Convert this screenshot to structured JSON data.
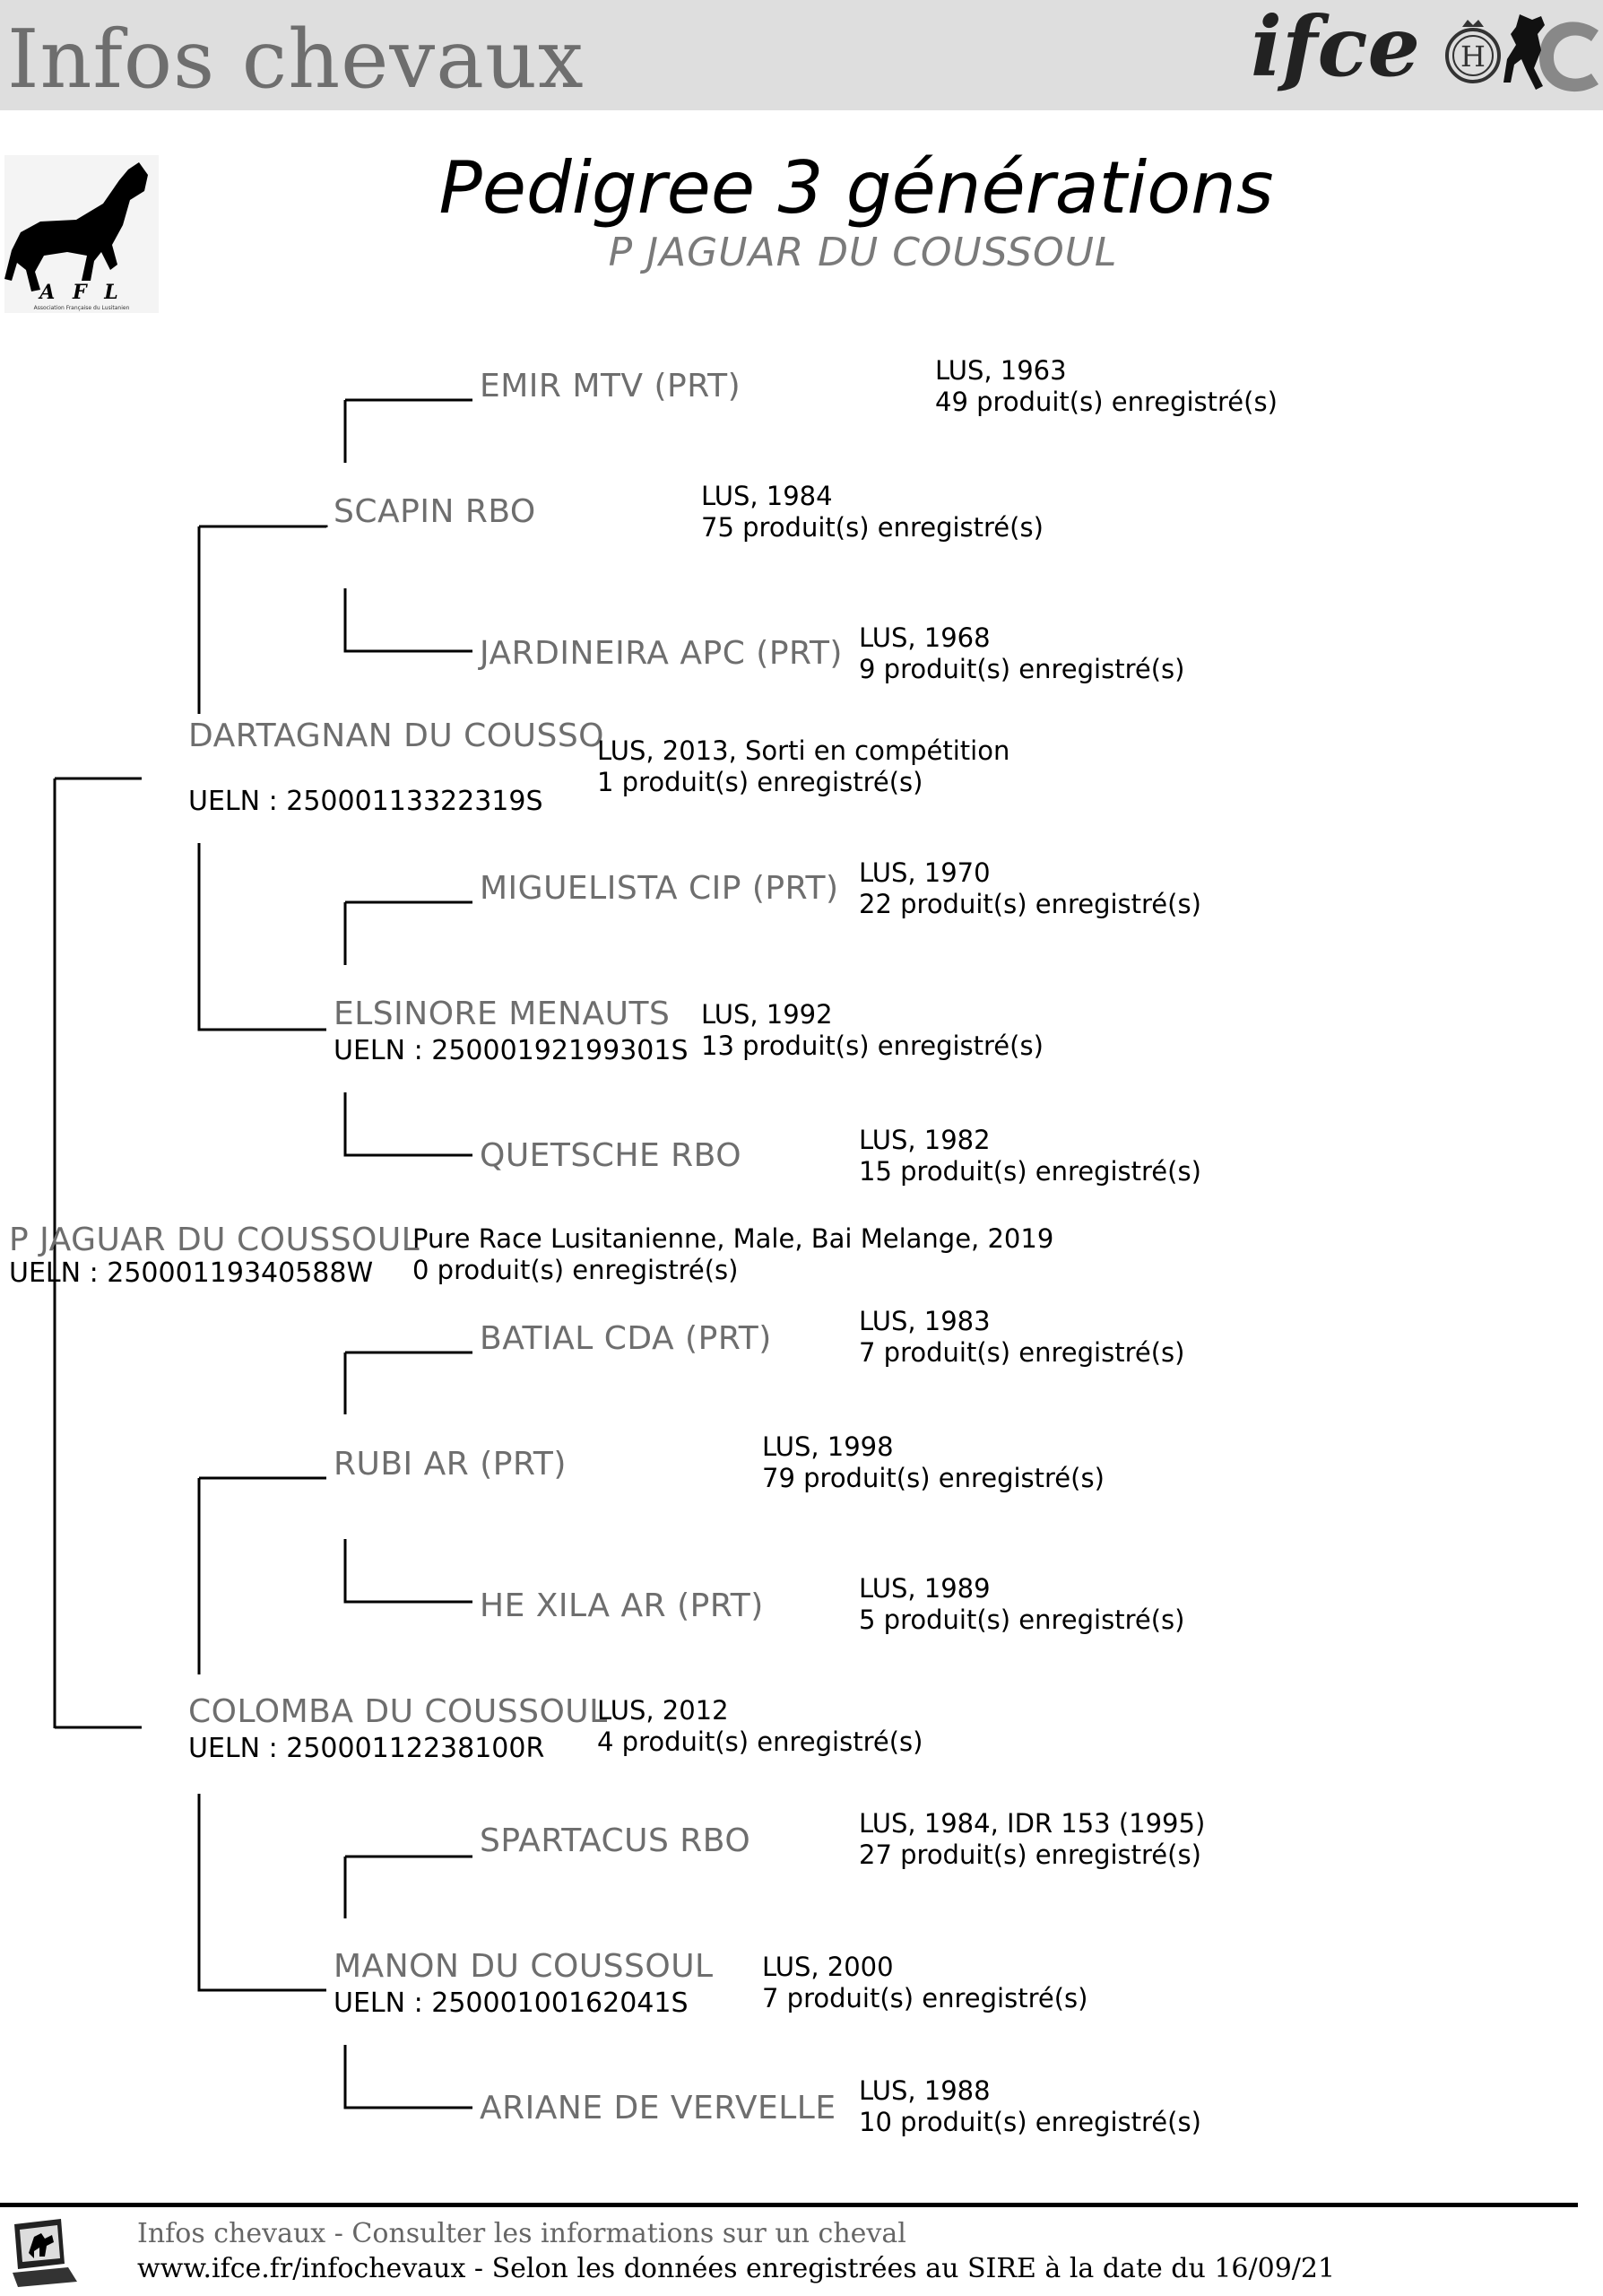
{
  "header": {
    "site_title": "Infos chevaux",
    "brand_logo": "ifce-logo",
    "brand_text": "ifce",
    "haras_letter": "H"
  },
  "org_logo": {
    "icon": "horse-silhouette-icon",
    "letters": "A F L",
    "caption": "Association Française du Lusitanien"
  },
  "title": "Pedigree 3 générations",
  "subtitle": "P JAGUAR DU COUSSOUL",
  "horses": {
    "subject": {
      "name": "P JAGUAR DU COUSSOUL",
      "ueln": "UELN : 25000119340588W",
      "info": [
        "Pure Race Lusitanienne, Male, Bai Melange, 2019",
        "0 produit(s) enregistré(s)"
      ]
    },
    "sire": {
      "name": "DARTAGNAN DU COUSSO",
      "ueln": "UELN : 25000113322319S",
      "info": [
        "LUS, 2013, Sorti en compétition",
        "1 produit(s) enregistré(s)"
      ]
    },
    "sire_sire": {
      "name": "SCAPIN RBO",
      "info": [
        "LUS, 1984",
        "75 produit(s) enregistré(s)"
      ]
    },
    "sire_sire_sire": {
      "name": "EMIR MTV (PRT)",
      "info": [
        "LUS, 1963",
        "49 produit(s) enregistré(s)"
      ]
    },
    "sire_sire_dam": {
      "name": "JARDINEIRA APC (PRT)",
      "info": [
        "LUS, 1968",
        "9 produit(s) enregistré(s)"
      ]
    },
    "sire_dam": {
      "name": "ELSINORE MENAUTS",
      "ueln": "UELN : 25000192199301S",
      "info": [
        "LUS, 1992",
        "13 produit(s) enregistré(s)"
      ]
    },
    "sire_dam_sire": {
      "name": "MIGUELISTA CIP (PRT)",
      "info": [
        "LUS, 1970",
        "22 produit(s) enregistré(s)"
      ]
    },
    "sire_dam_dam": {
      "name": "QUETSCHE RBO",
      "info": [
        "LUS, 1982",
        "15 produit(s) enregistré(s)"
      ]
    },
    "dam": {
      "name": "COLOMBA DU COUSSOUL",
      "ueln": "UELN : 25000112238100R",
      "info": [
        "LUS, 2012",
        "4 produit(s) enregistré(s)"
      ]
    },
    "dam_sire": {
      "name": "RUBI AR (PRT)",
      "info": [
        "LUS, 1998",
        "79 produit(s) enregistré(s)"
      ]
    },
    "dam_sire_sire": {
      "name": "BATIAL CDA (PRT)",
      "info": [
        "LUS, 1983",
        "7 produit(s) enregistré(s)"
      ]
    },
    "dam_sire_dam": {
      "name": "HE XILA AR (PRT)",
      "info": [
        "LUS, 1989",
        "5 produit(s) enregistré(s)"
      ]
    },
    "dam_dam": {
      "name": "MANON DU COUSSOUL",
      "ueln": "UELN : 25000100162041S",
      "info": [
        "LUS, 2000",
        "7 produit(s) enregistré(s)"
      ]
    },
    "dam_dam_sire": {
      "name": "SPARTACUS RBO",
      "info": [
        "LUS, 1984, IDR 153 (1995)",
        "27 produit(s) enregistré(s)"
      ]
    },
    "dam_dam_dam": {
      "name": "ARIANE DE VERVELLE",
      "info": [
        "LUS, 1988",
        "10 produit(s) enregistré(s)"
      ]
    }
  },
  "footer": {
    "icon": "computer-horse-icon",
    "line1": "Infos chevaux - Consulter les informations sur un cheval",
    "line2": "www.ifce.fr/infochevaux - Selon les données enregistrées au SIRE à la date du 16/09/21"
  }
}
